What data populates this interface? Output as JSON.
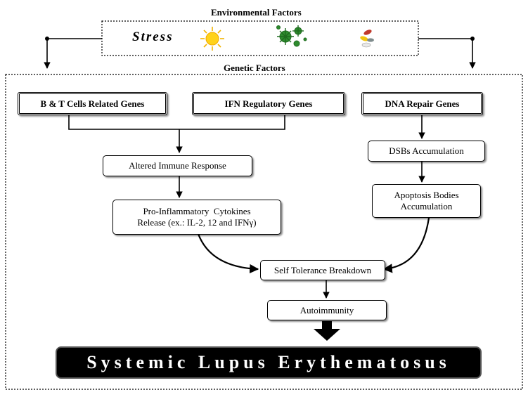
{
  "env": {
    "title": "Environmental Factors",
    "stress": "Stress",
    "icons": [
      "sun-icon",
      "virus-icon",
      "pills-icon"
    ]
  },
  "genetic": {
    "title": "Genetic Factors"
  },
  "genes": {
    "bt": "B & T Cells Related Genes",
    "ifn": "IFN Regulatory Genes",
    "dna": "DNA Repair Genes"
  },
  "nodes": {
    "altered": "Altered Immune Response",
    "cytokines_line1": "Pro-Inflammatory  Cytokines",
    "cytokines_line2": "Release (ex.: IL-2, 12 and IFNγ)",
    "dsbs": "DSBs Accumulation",
    "apoptosis_line1": "Apoptosis Bodies",
    "apoptosis_line2": "Accumulation",
    "tolerance": "Self Tolerance Breakdown",
    "autoimmunity": "Autoimmunity"
  },
  "outcome": {
    "label": "Systemic Lupus Erythematosus"
  }
}
